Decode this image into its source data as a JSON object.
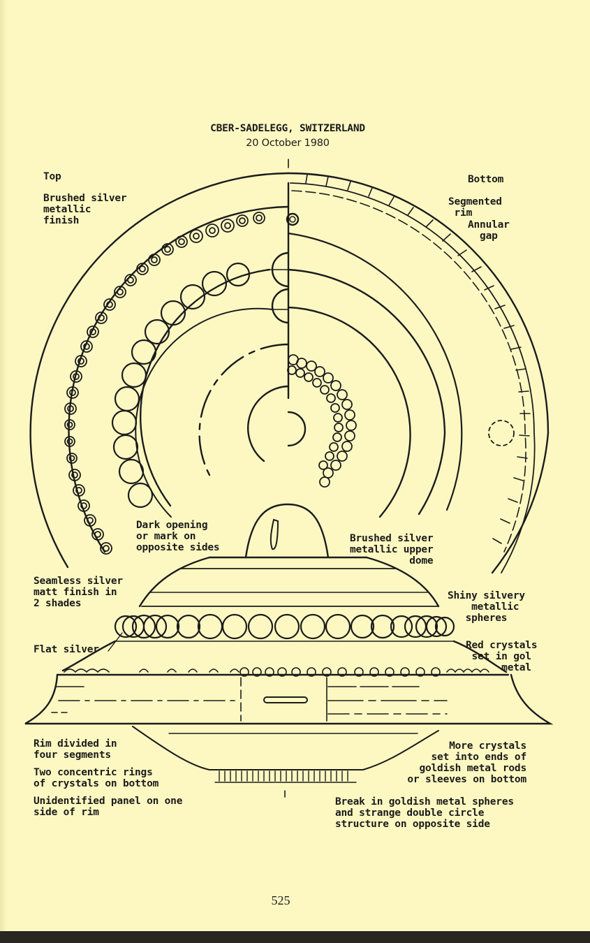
{
  "title": "CBER-SADELEGG, SWITZERLAND",
  "date": "20 October 1980",
  "panel_labels": {
    "top": "Top",
    "bottom": "Bottom"
  },
  "annotations": {
    "brushed_silver_finish": "Brushed silver\nmetallic\nfinish",
    "segmented_rim": "Segmented\n rim",
    "annular_gap": "Annular\n  gap",
    "dark_opening": "Dark opening\nor mark on\nopposite sides",
    "brushed_silver_dome": "Brushed silver\nmetallic upper\n          dome",
    "seamless_silver": "Seamless silver\nmatt finish in\n2 shades",
    "shiny_spheres": "Shiny silvery\n    metallic\n   spheres",
    "flat_silver": "Flat silver",
    "red_crystals": "Red crystals\n set in gol\n      metal",
    "rim_divided": "Rim divided in\nfour segments",
    "two_rings": "Two concentric rings\nof crystals on bottom",
    "unidentified_panel": "Unidentified panel on one\nside of rim",
    "more_crystals": "More crystals\nset into ends of\ngoldish metal rods\nor sleeves on bottom",
    "break_spheres": "Break in goldish metal spheres\nand strange double circle\nstructure on opposite side"
  },
  "page_number": "525",
  "colors": {
    "paper": "#fdf8c2",
    "ink": "#1b1b1b"
  }
}
